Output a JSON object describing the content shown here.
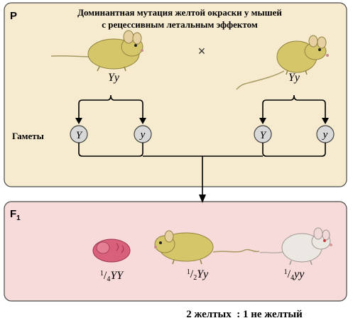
{
  "parents": {
    "label": "P",
    "title_line1": "Доминантная мутация желтой окраски у мышей",
    "title_line2": "с рецессивным летальным эффектом",
    "cross_symbol": "×",
    "left_genotype": "Yy",
    "right_genotype": "Yy",
    "gametes_label": "Гаметы",
    "gametes": [
      "Y",
      "y",
      "Y",
      "y"
    ]
  },
  "offspring": {
    "label_main": "F",
    "label_sub": "1",
    "items": [
      {
        "fraction_num": "1",
        "fraction_den": "4",
        "genotype": "YY"
      },
      {
        "fraction_num": "1",
        "fraction_den": "2",
        "genotype": "Yy"
      },
      {
        "fraction_num": "1",
        "fraction_den": "4",
        "genotype": "yy"
      }
    ]
  },
  "ratio": "2 желтых  : 1 не желтый",
  "colors": {
    "panel_fill": "#f7ebcf",
    "offspring_fill": "#f7dada",
    "panel_border": "#4a4a4a",
    "yellow_mouse": "#d6c66a",
    "white_mouse": "#ebe7e2",
    "embryo": "#d9607a",
    "gamete_fill": "#d8d8d8"
  }
}
